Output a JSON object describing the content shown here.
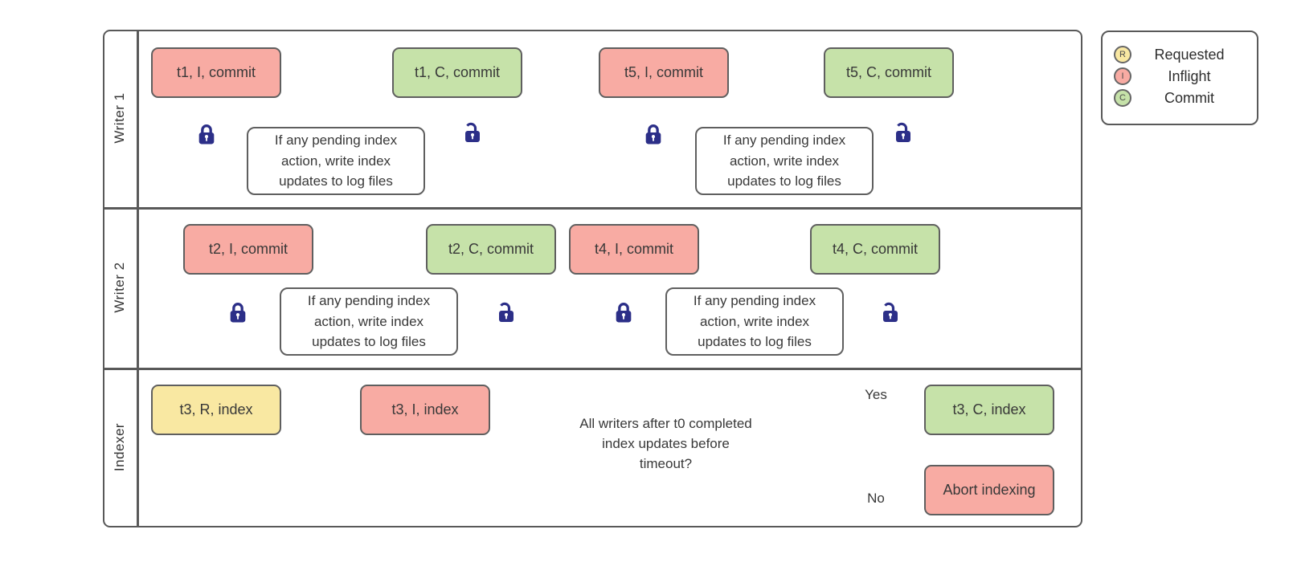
{
  "lanes": [
    {
      "label": "Writer 1"
    },
    {
      "label": "Writer 2"
    },
    {
      "label": "Indexer"
    }
  ],
  "writer_groups": [
    {
      "lane": "Writer 1",
      "inflight": "t1, I, commit",
      "commit": "t1, C, commit",
      "action": "If any pending index action, write index updates to log files"
    },
    {
      "lane": "Writer 1",
      "inflight": "t5, I, commit",
      "commit": "t5, C, commit",
      "action": "If any pending index action, write index updates to log files"
    },
    {
      "lane": "Writer 2",
      "inflight": "t2, I, commit",
      "commit": "t2, C, commit",
      "action": "If any pending index action, write index updates to log files"
    },
    {
      "lane": "Writer 2",
      "inflight": "t4, I, commit",
      "commit": "t4, C, commit",
      "action": "If any pending index action, write index updates to log files"
    }
  ],
  "indexer": {
    "requested": "t3, R, index",
    "inflight": "t3, I, index",
    "decision": "All writers after t0 completed index updates before timeout?",
    "yes_label": "Yes",
    "no_label": "No",
    "commit": "t3, C, index",
    "abort": "Abort indexing"
  },
  "legend": {
    "items": [
      {
        "symbol": "R",
        "label": "Requested",
        "color": "#f9e8a2"
      },
      {
        "symbol": "I",
        "label": "Inflight",
        "color": "#f8aba3"
      },
      {
        "symbol": "C",
        "label": "Commit",
        "color": "#c6e2a9"
      }
    ]
  },
  "colors": {
    "requested_fill": "#f9e8a2",
    "inflight_fill": "#f8aba3",
    "commit_fill": "#c6e2a9",
    "box_border": "#5f5f5f",
    "frame_border": "#595959",
    "connector": "#6e6e6e",
    "lock": "#2c2f88",
    "text": "#383838"
  }
}
